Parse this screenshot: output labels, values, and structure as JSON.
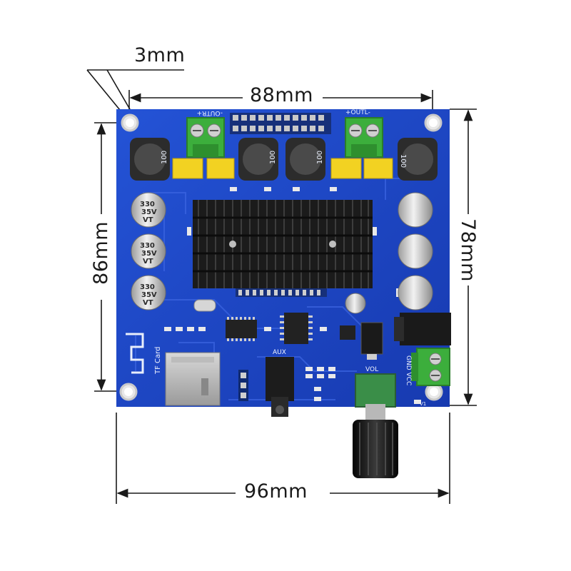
{
  "dimensions": {
    "hole_margin": "3mm",
    "hole_spacing_width": "88mm",
    "hole_spacing_height": "86mm",
    "board_height": "78mm",
    "board_width": "96mm"
  },
  "board_labels": {
    "out_right": "-OUTR+",
    "out_left": "+OUTL-",
    "tf_card": "TF Card",
    "aux": "AUX",
    "vol": "VOL",
    "gnd_vcc": "GND VCC",
    "v1": "V1",
    "inductor_value": "100",
    "cap_value_a": "330",
    "cap_value_b": "35V",
    "cap_value_c": "VT"
  },
  "colors": {
    "pcb": "#1f47c9",
    "heatsink": "#1b1b1b",
    "terminal": "#3cae3c",
    "film_cap": "#f2d222"
  }
}
